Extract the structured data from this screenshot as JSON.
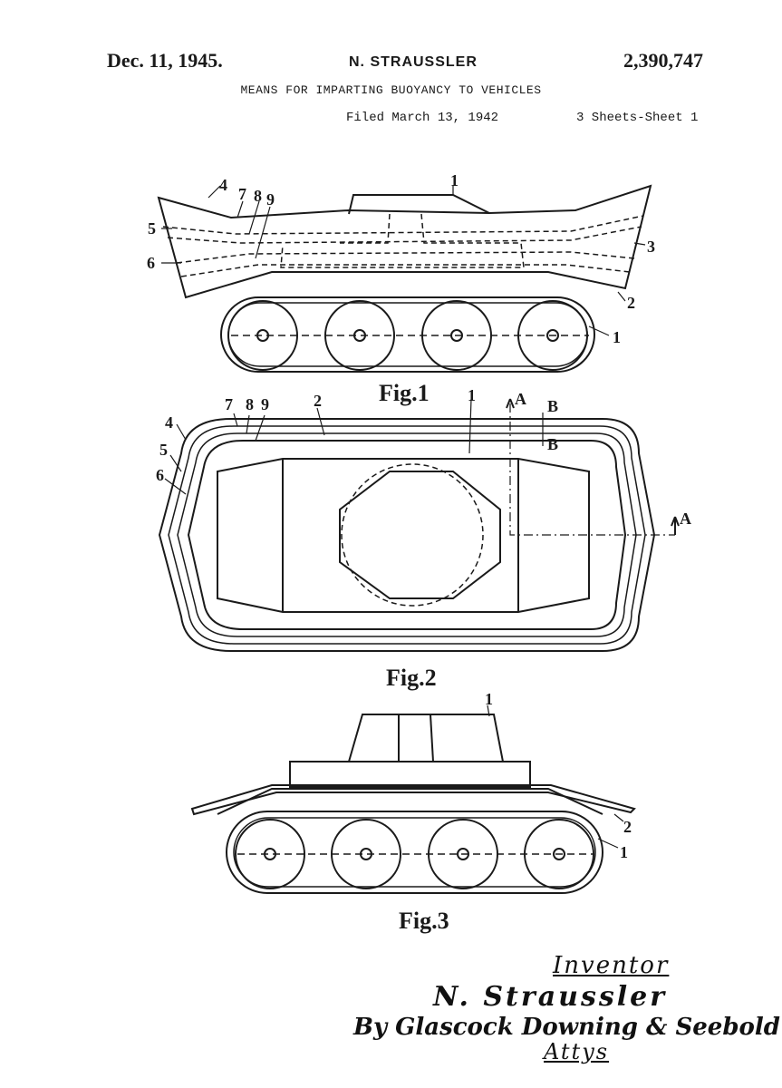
{
  "header": {
    "date": "Dec. 11, 1945.",
    "inventor": "N. STRAUSSLER",
    "patent_number": "2,390,747",
    "title": "MEANS FOR IMPARTING BUOYANCY TO VEHICLES",
    "filed": "Filed March 13, 1942",
    "sheets": "3 Sheets-Sheet 1"
  },
  "figures": {
    "fig1": {
      "label": "Fig.1",
      "refs": {
        "r1a": "1",
        "r1b": "1",
        "r2": "2",
        "r3": "3",
        "r4": "4",
        "r5": "5",
        "r6": "6",
        "r7": "7",
        "r8": "8",
        "r9": "9"
      }
    },
    "fig2": {
      "label": "Fig.2",
      "refs": {
        "r1": "1",
        "r2": "2",
        "r4": "4",
        "r5": "5",
        "r6": "6",
        "r7": "7",
        "r8": "8",
        "r9": "9",
        "A_top": "A",
        "A_right": "A",
        "B_top": "B",
        "B_bottom": "B"
      }
    },
    "fig3": {
      "label": "Fig.3",
      "refs": {
        "r1a": "1",
        "r1b": "1",
        "r2": "2"
      }
    }
  },
  "signature": {
    "label": "Inventor",
    "name": "N. Straussler",
    "by": "By Glascock Downing & Seebold",
    "attys": "Attys"
  }
}
